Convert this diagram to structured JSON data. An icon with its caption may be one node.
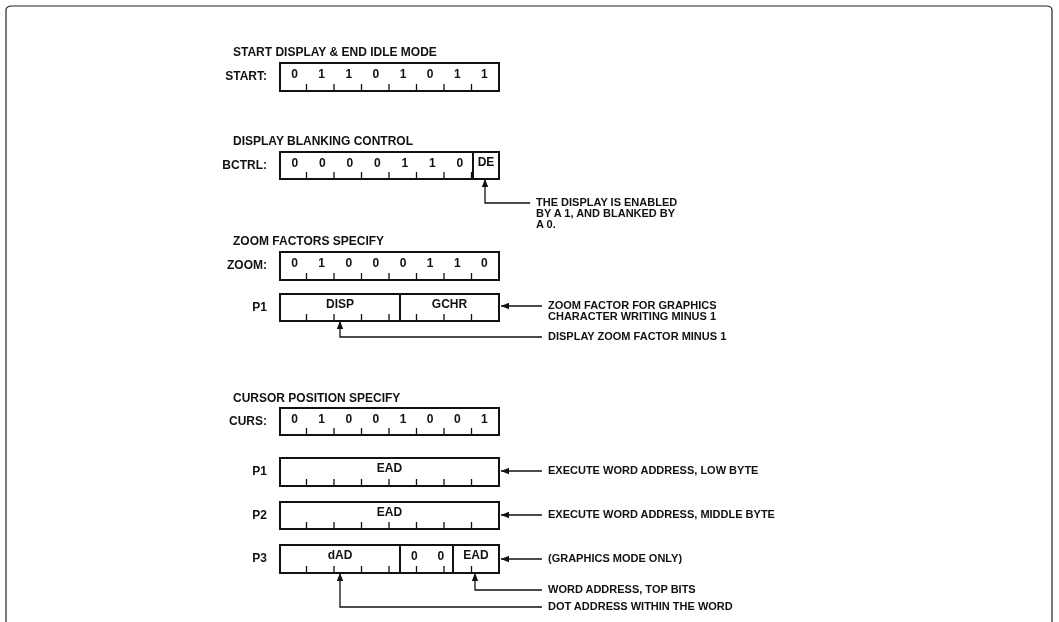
{
  "diagram": {
    "nodes": [
      {
        "text": [
          "0",
          "1",
          "1",
          "0",
          "1",
          "0",
          "1",
          "1"
        ],
        "beside": [
          "START:"
        ]
      },
      {
        "text": [
          "0",
          "0",
          "0",
          "0",
          "1",
          "1",
          "0"
        ],
        "beside": [
          "BCTRL:"
        ]
      },
      {
        "text": [
          "DE"
        ],
        "in": 1
      },
      {
        "text": [
          "THE DISPLAY IS ENABLED BY A 1, AND BLANKED BY A 0."
        ]
      },
      {
        "text": [
          "0",
          "1",
          "0",
          "0",
          "0",
          "1",
          "1",
          "0"
        ],
        "beside": [
          "ZOOM:"
        ]
      },
      {
        "text": [],
        "shape": "box",
        "beside": [
          "P1"
        ]
      },
      {
        "text": [
          "DISP"
        ],
        "in": 5
      },
      {
        "text": [
          "GCHR"
        ],
        "in": 5
      },
      {
        "text": [
          "ZOOM FACTOR FOR GRAPHICS CHARACTER WRITING MINUS 1"
        ]
      },
      {
        "text": [
          "DISPLAY ZOOM FACTOR MINUS 1"
        ]
      },
      {
        "text": [
          "0",
          "1",
          "0",
          "0",
          "1",
          "0",
          "0",
          "1"
        ],
        "beside": [
          "CURS:"
        ]
      },
      {
        "text": [
          "EAD"
        ],
        "beside": [
          "P1"
        ]
      },
      {
        "text": [
          "EXECUTE WORD ADDRESS, LOW BYTE"
        ]
      },
      {
        "text": [
          "EAD"
        ],
        "beside": [
          "P2"
        ]
      },
      {
        "text": [
          "EXECUTE WORD ADDRESS, MIDDLE BYTE"
        ]
      },
      {
        "text": [],
        "shape": "box",
        "beside": [
          "P3"
        ]
      },
      {
        "text": [
          "dAD"
        ],
        "in": 15
      },
      {
        "text": [
          "0",
          "0"
        ],
        "in": 15
      },
      {
        "text": [
          "EAD"
        ],
        "in": 15
      },
      {
        "text": [
          "(GRAPHICS MODE ONLY)"
        ]
      },
      {
        "text": [
          "WORD ADDRESS, TOP BITS"
        ]
      },
      {
        "text": [
          "DOT ADDRESS WITHIN THE WORD"
        ]
      }
    ],
    "edges": [
      {
        "from": 3,
        "to": 2,
        "arrow": "to"
      },
      {
        "from": 8,
        "to": 5,
        "arrow": "to"
      },
      {
        "from": 9,
        "to": 6,
        "arrow": "to"
      },
      {
        "from": 12,
        "to": 11,
        "arrow": "to"
      },
      {
        "from": 14,
        "to": 13,
        "arrow": "to"
      },
      {
        "from": 19,
        "to": 15,
        "arrow": "to"
      },
      {
        "from": 20,
        "to": 18,
        "arrow": "to"
      },
      {
        "from": 21,
        "to": 16,
        "arrow": "to"
      }
    ],
    "labels": [
      "START DISPLAY & END IDLE MODE",
      "DISPLAY BLANKING CONTROL",
      "ZOOM FACTORS SPECIFY",
      "CURSOR POSITION SPECIFY"
    ]
  }
}
